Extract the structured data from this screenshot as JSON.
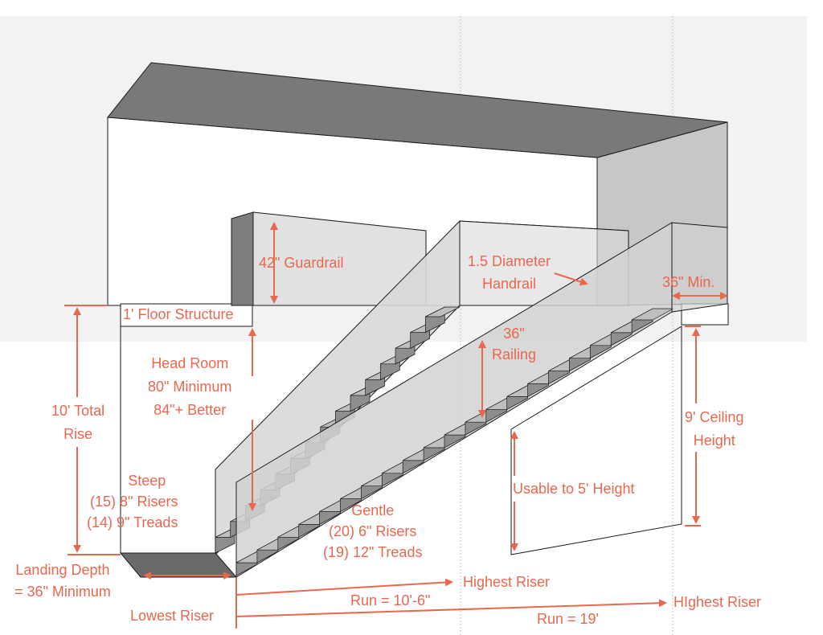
{
  "colors": {
    "annotation": "#e8674f",
    "ceiling": "#797979",
    "wall": "#c7c7c7",
    "glass": "#dadada",
    "tread": "#bfbfbf",
    "riser": "#8e8e8e",
    "landing": "#6a6a6a",
    "background_upper": "#f2f2f2",
    "edge": "#1a1a1a"
  },
  "labels": {
    "guardrail": "42\" Guardrail",
    "handrail": [
      "1.5 Diameter",
      "Handrail"
    ],
    "min_width": "36\" Min.",
    "floor_structure": "1' Floor Structure",
    "railing": [
      "36\"",
      "Railing"
    ],
    "head_room": [
      "Head Room",
      "80\" Minimum",
      "84\"+ Better"
    ],
    "total_rise": [
      "10' Total",
      "Rise"
    ],
    "ceiling_height": [
      "9' Ceiling",
      "Height"
    ],
    "usable": "Usable to 5' Height",
    "steep": [
      "Steep",
      "(15) 8\" Risers",
      "(14) 9\" Treads"
    ],
    "gentle": [
      "Gentle",
      "(20) 6\" Risers",
      "(19) 12\" Treads"
    ],
    "landing_depth": [
      "Landing Depth",
      "= 36\" Minimum"
    ],
    "lowest_riser": "Lowest Riser",
    "highest_riser_steep": "Highest Riser",
    "run_steep": "Run = 10'-6\"",
    "highest_riser_gentle": "HIghest Riser",
    "run_gentle": "Run = 19'"
  }
}
